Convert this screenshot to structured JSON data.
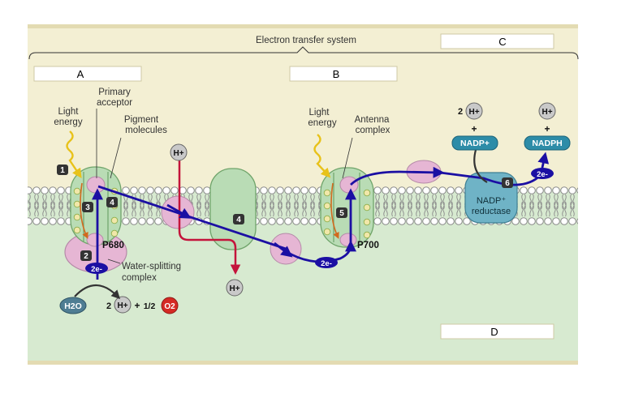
{
  "title": "Electron transfer system",
  "answer_boxes": {
    "a": "A",
    "b": "B",
    "c": "C",
    "d": "D"
  },
  "labels": {
    "light_energy_1": [
      "Light",
      "energy"
    ],
    "primary_acceptor": [
      "Primary",
      "acceptor"
    ],
    "pigment_molecules": [
      "Pigment",
      "molecules"
    ],
    "light_energy_2": [
      "Light",
      "energy"
    ],
    "antenna_complex": [
      "Antenna",
      "complex"
    ],
    "water_splitting": [
      "Water-splitting",
      "complex"
    ],
    "p680": "P680",
    "p700": "P700",
    "nadp_reductase": [
      "NADP⁺",
      "reductase"
    ]
  },
  "molecules": {
    "h_plus": "H+",
    "two": "2",
    "plus": "+",
    "nadp_plus": "NADP+",
    "nadph": "NADPH",
    "two_e": "2e-",
    "h2o": "H2O",
    "o2": "O2",
    "half": "1/2"
  },
  "steps": [
    "1",
    "2",
    "3",
    "4",
    "4",
    "5",
    "6"
  ],
  "colors": {
    "stroma": "#f3efd3",
    "lumen": "#d7ead0",
    "band": "#e3dbb2",
    "protein_green": "#b9dcb5",
    "protein_pink": "#e6b6d4",
    "reductase": "#6fb3c6",
    "electron_path": "#1b0fa3",
    "proton_path": "#c4143b",
    "light": "#e8c21a",
    "oxygen": "#d52a24",
    "water": "#4f7d93",
    "nadp": "#2d8ca8"
  }
}
